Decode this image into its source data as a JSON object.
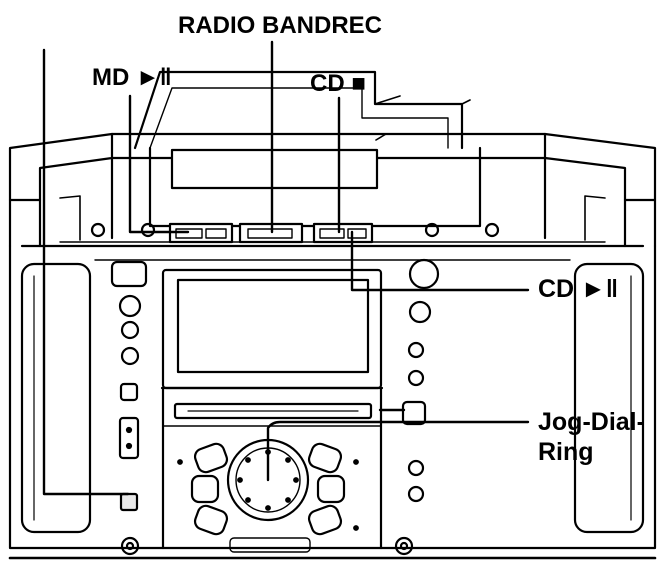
{
  "labels": {
    "radio_bandrec": "RADIO BANDREC",
    "md_play_pause": "MD ►‖",
    "cd_stop": "CD ■",
    "cd_play_pause": "CD ►‖",
    "jog_dial_line1": "Jog-Dial-",
    "jog_dial_line2": "Ring"
  },
  "colors": {
    "ink": "#000000",
    "paper": "#ffffff",
    "shade": "#e9e9e9"
  }
}
